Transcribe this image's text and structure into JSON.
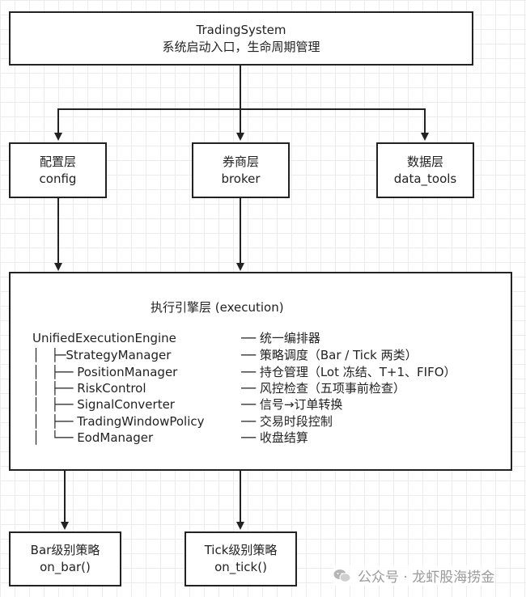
{
  "nodes": {
    "trading_system": {
      "title": "TradingSystem",
      "subtitle": "系统启动入口，生命周期管理"
    },
    "config": {
      "title": "配置层",
      "subtitle": "config"
    },
    "broker": {
      "title": "券商层",
      "subtitle": "broker"
    },
    "data_tools": {
      "title": "数据层",
      "subtitle": "data_tools"
    },
    "execution": {
      "title": "执行引擎层 (execution)",
      "lines": [
        {
          "name": "UnifiedExecutionEngine",
          "desc": "── 统一编排器"
        },
        {
          "name": "│   ├─StrategyManager",
          "desc": "── 策略调度（Bar / Tick 两类）"
        },
        {
          "name": "│   ├── PositionManager",
          "desc": "── 持仓管理（Lot 冻结、T+1、FIFO）"
        },
        {
          "name": "│   ├── RiskControl",
          "desc": "── 风控检查（五项事前检查）"
        },
        {
          "name": "│   ├── SignalConverter",
          "desc": "── 信号→订单转换"
        },
        {
          "name": "│   ├── TradingWindowPolicy",
          "desc": "── 交易时段控制"
        },
        {
          "name": "│   └── EodManager",
          "desc": "── 收盘结算"
        }
      ]
    },
    "bar_strategy": {
      "title": "Bar级别策略",
      "subtitle": "on_bar()"
    },
    "tick_strategy": {
      "title": "Tick级别策略",
      "subtitle": "on_tick()"
    }
  },
  "watermark": {
    "text": "公众号 · 龙虾股海捞金",
    "icon": "wechat-icon"
  }
}
